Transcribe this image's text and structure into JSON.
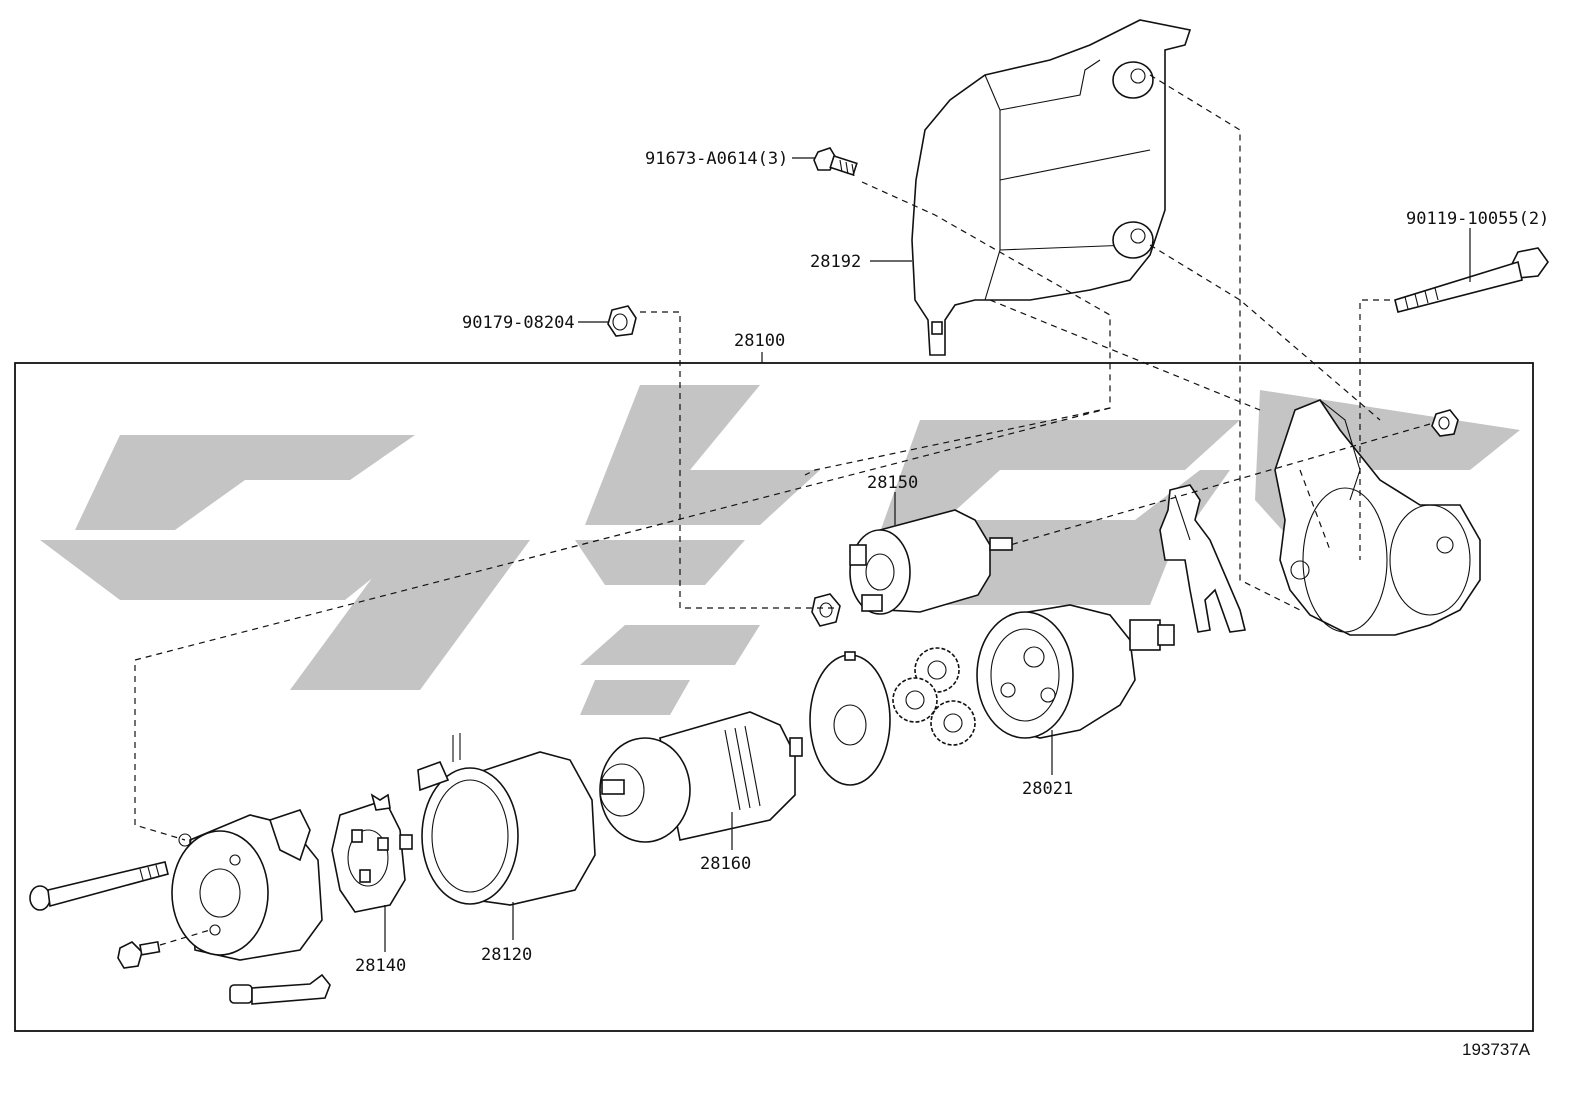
{
  "figure_id": "193737A",
  "assembly": {
    "part_number": "28100"
  },
  "callouts": {
    "bolt_91673": "91673-A0614(3)",
    "heat_shield": "28192",
    "bolt_90119": "90119-10055(2)",
    "nut_90179": "90179-08204",
    "solenoid": "28150",
    "planetary_gear": "28021",
    "armature": "28160",
    "yoke": "28120",
    "brush_holder": "28140"
  },
  "colors": {
    "line": "#111111",
    "watermark": "#c4c4c4",
    "background": "#ffffff"
  }
}
